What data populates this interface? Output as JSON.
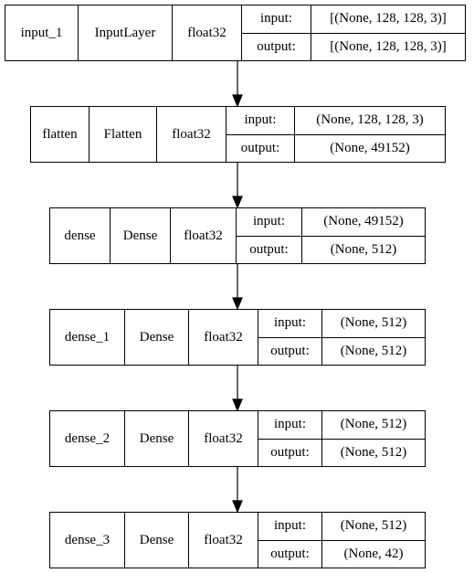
{
  "layers": [
    {
      "name": "input_1",
      "type": "InputLayer",
      "dtype": "float32",
      "input_label": "input:",
      "input_shape": "[(None, 128, 128, 3)]",
      "output_label": "output:",
      "output_shape": "[(None, 128, 128, 3)]"
    },
    {
      "name": "flatten",
      "type": "Flatten",
      "dtype": "float32",
      "input_label": "input:",
      "input_shape": "(None, 128, 128, 3)",
      "output_label": "output:",
      "output_shape": "(None, 49152)"
    },
    {
      "name": "dense",
      "type": "Dense",
      "dtype": "float32",
      "input_label": "input:",
      "input_shape": "(None, 49152)",
      "output_label": "output:",
      "output_shape": "(None, 512)"
    },
    {
      "name": "dense_1",
      "type": "Dense",
      "dtype": "float32",
      "input_label": "input:",
      "input_shape": "(None, 512)",
      "output_label": "output:",
      "output_shape": "(None, 512)"
    },
    {
      "name": "dense_2",
      "type": "Dense",
      "dtype": "float32",
      "input_label": "input:",
      "input_shape": "(None, 512)",
      "output_label": "output:",
      "output_shape": "(None, 512)"
    },
    {
      "name": "dense_3",
      "type": "Dense",
      "dtype": "float32",
      "input_label": "input:",
      "input_shape": "(None, 512)",
      "output_label": "output:",
      "output_shape": "(None, 42)"
    }
  ],
  "colors": {
    "stroke": "#000000",
    "background": "#ffffff"
  }
}
